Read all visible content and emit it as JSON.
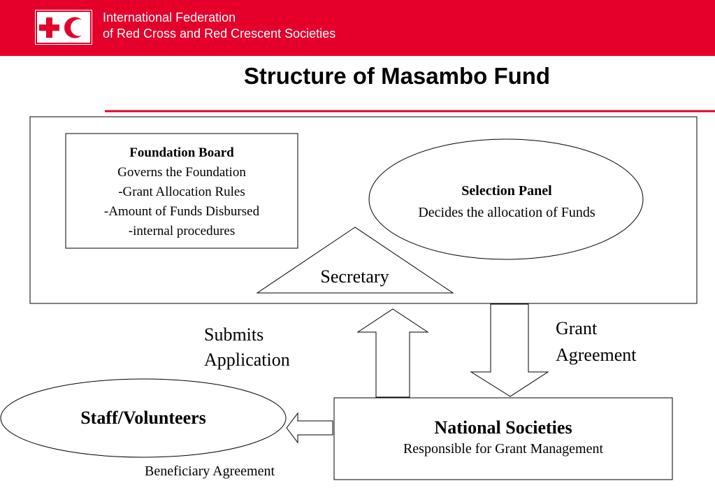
{
  "header": {
    "org_line1": "International Federation",
    "org_line2": "of Red Cross and Red Crescent Societies",
    "brand_color": "#e4002b",
    "logo_icon": "red-cross-red-crescent-logo"
  },
  "title": "Structure of Masambo Fund",
  "foundation_board": {
    "title": "Foundation Board",
    "lines": [
      "Governs the Foundation",
      "-Grant Allocation Rules",
      "-Amount of Funds Disbursed",
      "-internal procedures"
    ]
  },
  "selection_panel": {
    "title": "Selection Panel",
    "description": "Decides the allocation of Funds"
  },
  "secretary": {
    "label": "Secretary"
  },
  "submits_application": {
    "line1": "Submits",
    "line2": "Application"
  },
  "grant_agreement": {
    "line1": "Grant",
    "line2": "Agreement"
  },
  "staff_volunteers": {
    "label": "Staff/Volunteers"
  },
  "national_societies": {
    "title": "National Societies",
    "description": "Responsible for Grant Management"
  },
  "beneficiary_agreement": {
    "label": "Beneficiary Agreement"
  }
}
